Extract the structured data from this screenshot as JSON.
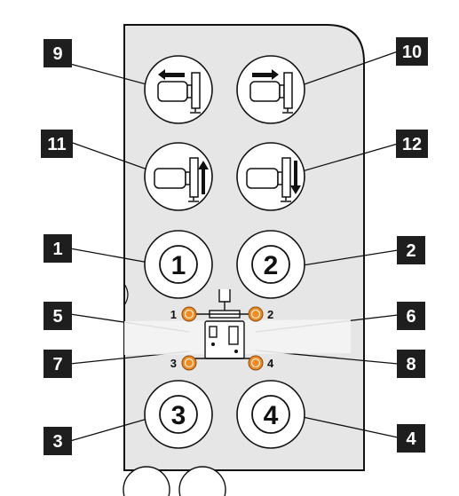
{
  "tags": {
    "t9": "9",
    "t10": "10",
    "t11": "11",
    "t12": "12",
    "t1": "1",
    "t2": "2",
    "t5": "5",
    "t6": "6",
    "t7": "7",
    "t8": "8",
    "t3": "3",
    "t4": "4"
  },
  "buttons": {
    "b1": "1",
    "b2": "2",
    "b3": "3",
    "b4": "4"
  },
  "lamps": {
    "l1": "1",
    "l2": "2",
    "l3": "3",
    "l4": "4"
  },
  "colors": {
    "panel": "#e6e6e6",
    "lamp": "#f08a24",
    "tag": "#1e1e1e"
  }
}
